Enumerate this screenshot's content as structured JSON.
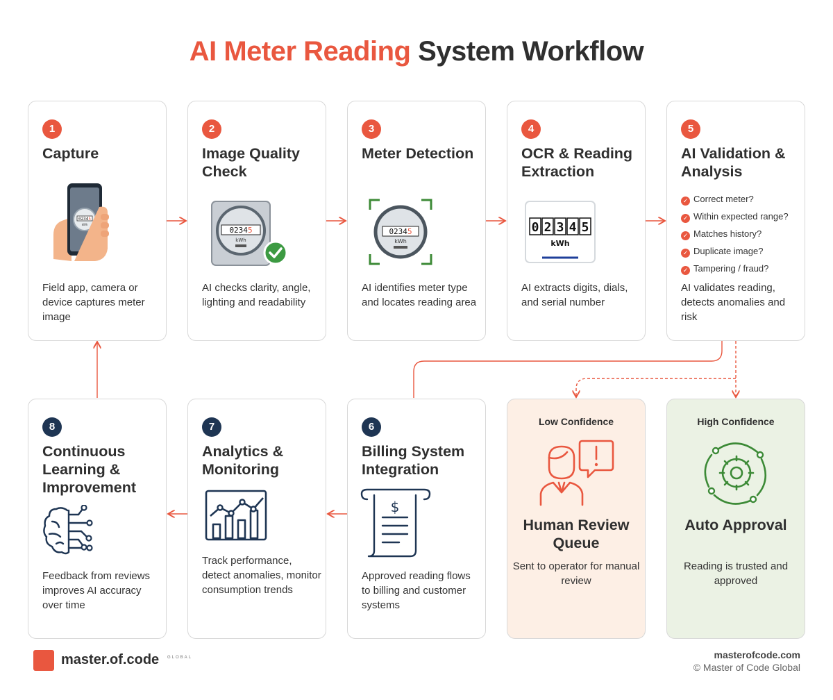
{
  "title": {
    "accent": "AI Meter Reading",
    "rest": "System Workflow"
  },
  "steps": [
    {
      "number": "1",
      "title": "Capture",
      "description": "Field app, camera or device captures meter image"
    },
    {
      "number": "2",
      "title": "Image Quality Check",
      "description": "AI checks clarity, angle, lighting and readability"
    },
    {
      "number": "3",
      "title": "Meter Detection",
      "description": "AI identifies meter type and locates reading area"
    },
    {
      "number": "4",
      "title": "OCR & Reading Extraction",
      "description": "AI extracts digits, dials, and serial number"
    },
    {
      "number": "5",
      "title": "AI Validation & Analysis",
      "description": "AI validates reading, detects anomalies and risk",
      "checks": [
        "Correct meter?",
        "Within expected range?",
        "Matches history?",
        "Duplicate image?",
        "Tampering / fraud?"
      ]
    },
    {
      "number": "6",
      "title": "Billing System Integration",
      "description": "Approved reading flows to billing and customer systems"
    },
    {
      "number": "7",
      "title": "Analytics & Monitoring",
      "description": "Track performance, detect anomalies, monitor consumption trends"
    },
    {
      "number": "8",
      "title": "Continuous Learning & Improvement",
      "description": "Feedback from reviews improves AI accuracy over time"
    }
  ],
  "low_confidence": {
    "label": "Low Confidence",
    "title": "Human Review Queue",
    "description": "Sent to operator for manual review"
  },
  "high_confidence": {
    "label": "High Confidence",
    "title": "Auto Approval",
    "description": "Reading is trusted and approved"
  },
  "meter": {
    "digits": [
      "0",
      "2",
      "3",
      "4",
      "5"
    ],
    "unit": "kWh",
    "currency_symbol": "$"
  },
  "footer": {
    "brand": "master.of.code",
    "brand_sub": "GLOBAL",
    "site": "masterofcode.com",
    "copyright": "© Master of Code Global"
  },
  "colors": {
    "accent": "#e9573f",
    "navy": "#1e3553",
    "green": "#3c8a36",
    "low_bg": "#fdefe5",
    "high_bg": "#ebf2e4"
  },
  "icons": [
    "phone-meter-icon",
    "quality-check-icon",
    "meter-detection-icon",
    "ocr-display-icon",
    "check-icon",
    "receipt-icon",
    "analytics-chart-icon",
    "brain-circuit-icon",
    "reviewer-alert-icon",
    "auto-gear-icon"
  ]
}
